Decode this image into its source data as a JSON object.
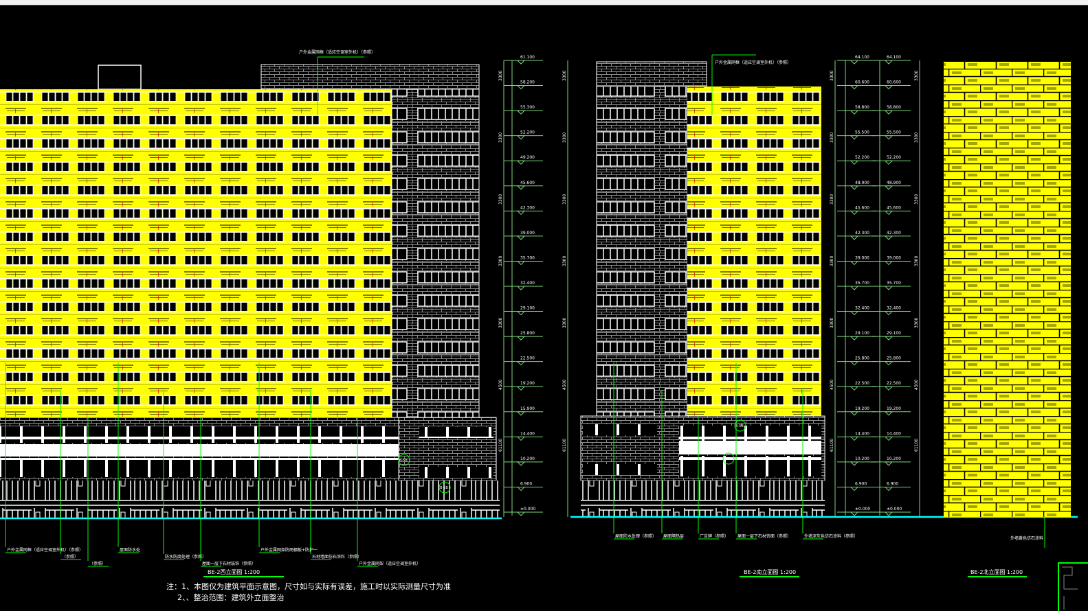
{
  "window": {
    "background": "#000000",
    "accent_yellow": "#ffff00",
    "leader_green": "#00ff00",
    "ground_cyan": "#00ffff"
  },
  "drawings": [
    {
      "title": "BE-2西立面图 1:200",
      "top_note": "户外金属网框（适应空调室外机）（参照）"
    },
    {
      "title": "BE-2南立面图 1:200",
      "top_note": "户外金属网框（适应空调室外机）（参照）"
    },
    {
      "title": "BE-2北立面图 1:200"
    }
  ],
  "notes": [
    "注：1、本图仅为建筑平面示意图，尺寸如与实际有误差，施工时以实际测量尺寸为准",
    "2、、整治范围：建筑外立面整治"
  ],
  "callouts_west": [
    "户外金属网框（适应空调室外机）（参照）",
    "（参照）",
    "（参照）",
    "屋面防水处",
    "防水防腐处理（参照）",
    "屋面一层下石材装饰（参照）",
    "户外金属网架防雨棚板+防护一",
    "石材墙面仿石涂料（参照）",
    "户外金属网架（适应空调室外机）"
  ],
  "callouts_south": [
    "屋面防水处理（参照）",
    "屋面隔热层",
    "广告牌（参照）",
    "屋面一层下石材饰面（参照）",
    "外墙深灰色仿石涂料（参照）"
  ],
  "callouts_north": [
    "外墙黄色仿石涂料"
  ],
  "levels_left": [
    "61.100",
    "58.200",
    "55.300",
    "52.200",
    "49.200",
    "45.600",
    "42.300",
    "39.000",
    "35.700",
    "32.400",
    "29.100",
    "25.800",
    "22.500",
    "19.200",
    "15.900",
    "14.400",
    "10.200",
    "6.900",
    "±0.000"
  ],
  "levels_mid": [
    "64.100",
    "60.600",
    "58.800",
    "55.500",
    "52.200",
    "48.900",
    "45.600",
    "42.300",
    "39.000",
    "35.700",
    "32.400",
    "29.100",
    "25.800",
    "22.500",
    "19.200",
    "14.400",
    "10.200",
    "6.900",
    "±0.000"
  ],
  "levels_right": [
    "64.100",
    "60.600",
    "58.800",
    "55.500",
    "52.200",
    "48.900",
    "45.600",
    "42.300",
    "39.000",
    "35.700",
    "32.400",
    "29.100",
    "25.800",
    "22.500",
    "19.200",
    "14.400",
    "10.200",
    "6.900",
    "±0.000"
  ],
  "dims": [
    "3300",
    "3300",
    "3300",
    "3300",
    "3300",
    "4500",
    "61100"
  ],
  "tags": [
    "B-5B",
    "B-5B",
    "B-5B",
    "B-5B"
  ]
}
